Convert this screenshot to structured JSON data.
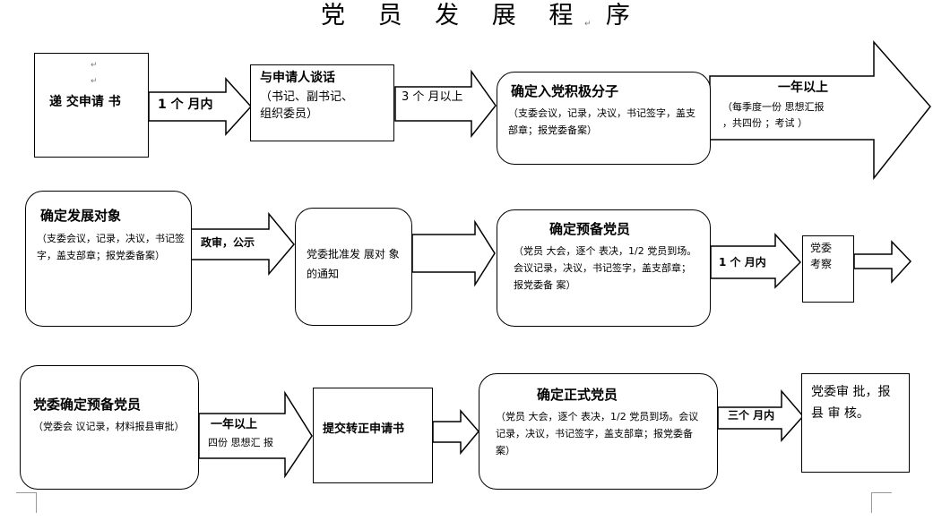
{
  "title": "党 员 发 展 程 序",
  "row1": {
    "submit": "递 交申请 书",
    "arrow1": "1 个 月内",
    "talk_title": "与申请人谈话",
    "talk_desc1": "（书记、副书记、",
    "talk_desc2": "组织委员）",
    "arrow2": "3 个 月以上",
    "activist_title": "确定入党积极分子",
    "activist_desc": "（支委会议，记录，决议，书记签字，盖支部章；报党委备案）",
    "arrow3_title": "一年以上",
    "arrow3_desc1": "（每季度一份 思想汇报",
    "arrow3_desc2": "，共四份 ；考试 ）"
  },
  "row2": {
    "target_title": "确定发展对象",
    "target_desc": "（支委会议，记录，决议，书记签字，盖支部章；报党委备案）",
    "arrow1": "政审，公示",
    "notice": "党委批准发 展对 象的通知",
    "prep_title": "确定预备党员",
    "prep_desc": "（党员 大会，逐个 表决，1/2 党员到场。会议记录，决议，书记签字，盖支部章；报党委备 案）",
    "arrow3": "1 个 月内",
    "inspect1": "党委",
    "inspect2": "考察"
  },
  "row3": {
    "confirm_title": "党委确定预备党员",
    "confirm_desc": "（党委会 议记录，材料报县审批）",
    "arrow1_title": "一年以上",
    "arrow1_desc": "四份 思想汇 报",
    "submit_reg": "提交转正申请书",
    "formal_title": "确定正式党员",
    "formal_desc": "（党员 大会，逐个 表决，1/2 党员到场。会议记录，决议，书记签字，盖支部章；报党委备案）",
    "arrow3": "三个 月内",
    "approve": "党委审 批，报县 审 核。"
  }
}
